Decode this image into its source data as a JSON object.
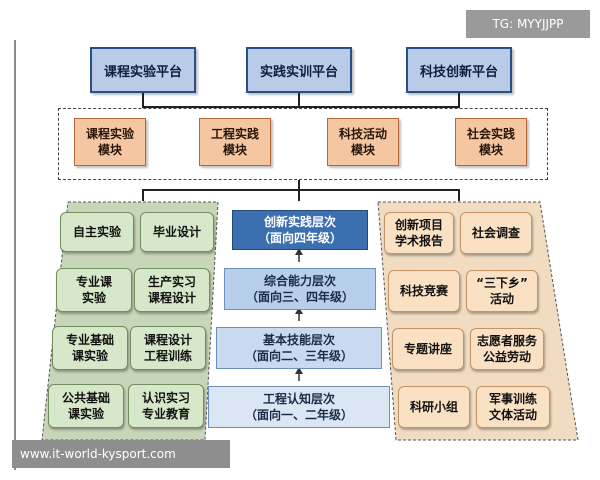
{
  "watermark_top": "TG: MYYJJPP",
  "watermark_bottom": "www.it-world-kysport.com",
  "platforms": [
    "课程实验平台",
    "实践实训平台",
    "科技创新平台"
  ],
  "modules": [
    {
      "line1": "课程实验",
      "line2": "模块"
    },
    {
      "line1": "工程实践",
      "line2": "模块"
    },
    {
      "line1": "科技活动",
      "line2": "模块"
    },
    {
      "line1": "社会实践",
      "line2": "模块"
    }
  ],
  "levels": [
    {
      "line1": "创新实践层次",
      "line2": "（面向四年级）"
    },
    {
      "line1": "综合能力层次",
      "line2": "（面向三、四年级）"
    },
    {
      "line1": "基本技能层次",
      "line2": "（面向二、三年级）"
    },
    {
      "line1": "工程认知层次",
      "line2": "（面向一、二年级）"
    }
  ],
  "left_items": [
    {
      "line1": "自主实验",
      "line2": ""
    },
    {
      "line1": "毕业设计",
      "line2": ""
    },
    {
      "line1": "专业课",
      "line2": "实验"
    },
    {
      "line1": "生产实习",
      "line2": "课程设计"
    },
    {
      "line1": "专业基础",
      "line2": "课实验"
    },
    {
      "line1": "课程设计",
      "line2": "工程训练"
    },
    {
      "line1": "公共基础",
      "line2": "课实验"
    },
    {
      "line1": "认识实习",
      "line2": "专业教育"
    }
  ],
  "right_items": [
    {
      "line1": "创新项目",
      "line2": "学术报告"
    },
    {
      "line1": "社会调查",
      "line2": ""
    },
    {
      "line1": "科技竞赛",
      "line2": ""
    },
    {
      "line1": "“三下乡”",
      "line2": "活动"
    },
    {
      "line1": "专题讲座",
      "line2": ""
    },
    {
      "line1": "志愿者服务",
      "line2": "公益劳动"
    },
    {
      "line1": "科研小组",
      "line2": ""
    },
    {
      "line1": "军事训练",
      "line2": "文体活动"
    }
  ],
  "colors": {
    "platform_fill": "#b9cbe6",
    "module_fill": "#f4c7a2",
    "left_panel": "#c7d5b8",
    "right_panel": "#f1dcc2",
    "level_top": "#3b6fb0",
    "level_other": "#b8cfec"
  }
}
